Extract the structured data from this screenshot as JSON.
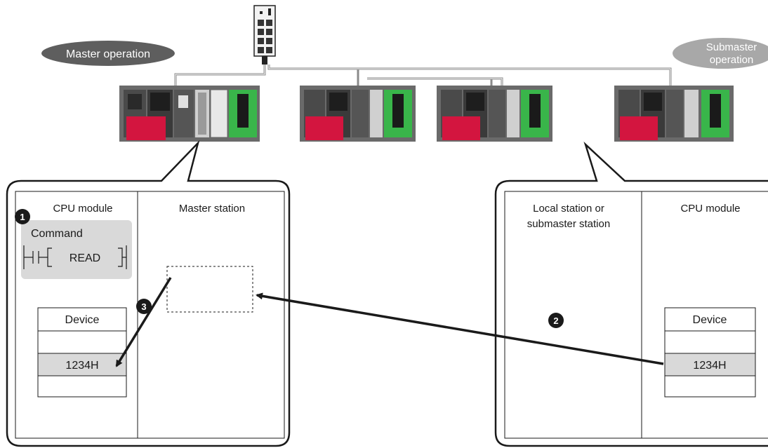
{
  "labels": {
    "master_operation": "Master operation",
    "submaster_operation_line1": "Submaster",
    "submaster_operation_line2": "operation"
  },
  "left_panel": {
    "cpu_module_title": "CPU module",
    "master_station_title": "Master station",
    "command_label": "Command",
    "instruction": "READ",
    "device_header": "Device",
    "device_value": "1234H"
  },
  "right_panel": {
    "local_station_line1": "Local station or",
    "local_station_line2": "submaster station",
    "cpu_module_title": "CPU module",
    "device_header": "Device",
    "device_value": "1234H"
  },
  "steps": {
    "step1": "1",
    "step2": "2",
    "step3": "3"
  },
  "colors": {
    "label_oval": "#5e5e5e",
    "label_oval_light": "#a8a8a8",
    "highlight_gray": "#d9d9d9",
    "plc_red": "#d3153f",
    "plc_green": "#39b54a"
  }
}
